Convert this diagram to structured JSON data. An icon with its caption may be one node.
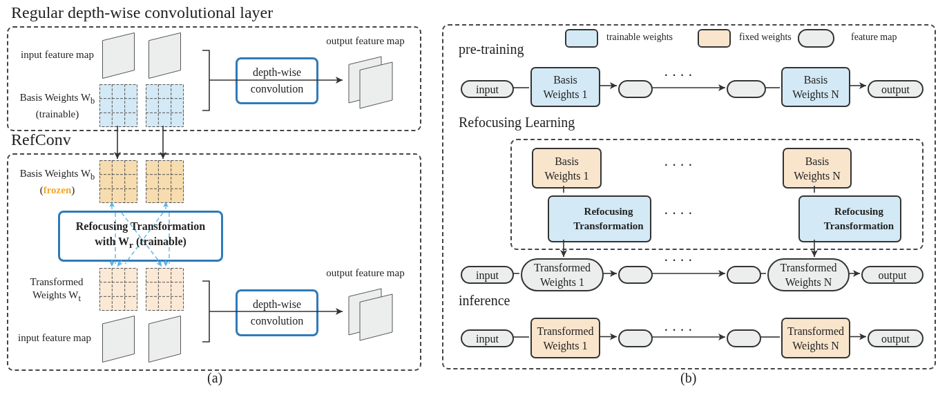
{
  "diagram": {
    "nodes": [
      {
        "text": [
          "Regular depth-wise convolutional layer"
        ]
      },
      {
        "text": [],
        "shape": "parallelogram",
        "in": 0,
        "beside": [
          "input feature map"
        ]
      },
      {
        "text": [],
        "shape": "parallelogram",
        "in": 0
      },
      {
        "text": [],
        "shape": "grid",
        "in": 0,
        "beside": [
          "Basis Weights W$_{b}$ (trainable)"
        ]
      },
      {
        "text": [],
        "shape": "grid",
        "in": 0
      },
      {
        "text": [
          "depth-wise convolution"
        ],
        "in": 0
      },
      {
        "text": [],
        "shape": "parallelogram",
        "in": 0,
        "beside": [
          "output feature map"
        ]
      },
      {
        "text": [
          "RefConv"
        ]
      },
      {
        "text": [],
        "shape": "grid",
        "in": 7,
        "beside": [
          "Basis Weights W$_{b}$ (**frozen**)"
        ]
      },
      {
        "text": [],
        "shape": "grid",
        "in": 7
      },
      {
        "text": [
          "Refocusing Transformation with W$_{r}$ (trainable)"
        ],
        "in": 7
      },
      {
        "text": [],
        "shape": "grid",
        "in": 7,
        "beside": [
          "Transformed Weights W$_{t}$"
        ]
      },
      {
        "text": [],
        "shape": "grid",
        "in": 7
      },
      {
        "text": [],
        "shape": "parallelogram",
        "in": 7,
        "beside": [
          "input feature map"
        ]
      },
      {
        "text": [],
        "shape": "parallelogram",
        "in": 7
      },
      {
        "text": [
          "depth-wise convolution"
        ],
        "in": 7
      },
      {
        "text": [],
        "shape": "parallelogram",
        "in": 7,
        "beside": [
          "output feature map"
        ]
      },
      {
        "text": [],
        "shape": "box"
      },
      {
        "text": [
          "input"
        ],
        "in": 17
      },
      {
        "text": [
          "Basis Weights 1"
        ],
        "in": 17
      },
      {
        "text": [],
        "shape": "pill",
        "in": 17
      },
      {
        "text": [],
        "shape": "pill",
        "in": 17
      },
      {
        "text": [
          "Basis Weights N"
        ],
        "in": 17
      },
      {
        "text": [
          "output"
        ],
        "in": 17
      },
      {
        "text": [],
        "shape": "box",
        "in": 17
      },
      {
        "text": [
          "Basis Weights 1"
        ],
        "in": 24
      },
      {
        "text": [
          "Refocusing Transformation"
        ],
        "in": 24
      },
      {
        "text": [
          "Basis Weights N"
        ],
        "in": 24
      },
      {
        "text": [
          "Refocusing Transformation"
        ],
        "in": 24
      },
      {
        "text": [
          "input"
        ],
        "in": 17
      },
      {
        "text": [
          "Transformed Weights 1"
        ],
        "in": 17
      },
      {
        "text": [],
        "shape": "pill",
        "in": 17
      },
      {
        "text": [],
        "shape": "pill",
        "in": 17
      },
      {
        "text": [
          "Transformed Weights N"
        ],
        "in": 17
      },
      {
        "text": [
          "output"
        ],
        "in": 17
      },
      {
        "text": [
          "input"
        ],
        "in": 17
      },
      {
        "text": [
          "Transformed Weights 1"
        ],
        "in": 17
      },
      {
        "text": [],
        "shape": "pill",
        "in": 17
      },
      {
        "text": [],
        "shape": "pill",
        "in": 17
      },
      {
        "text": [
          "Transformed Weights N"
        ],
        "in": 17
      },
      {
        "text": [
          "output"
        ],
        "in": 17
      }
    ],
    "edges": [
      {
        "from": null,
        "to": 6,
        "arrow": "to"
      },
      {
        "from": 3,
        "to": 8,
        "arrow": "to"
      },
      {
        "from": 4,
        "to": 9,
        "arrow": "to"
      },
      {
        "from": 10,
        "to": 8,
        "arrow": "to",
        "style": "dashed",
        "color": "#5ab4e5"
      },
      {
        "from": 10,
        "to": 9,
        "arrow": "to",
        "style": "dashed",
        "color": "#5ab4e5"
      },
      {
        "from": 10,
        "to": 11,
        "arrow": "to",
        "style": "dashed",
        "color": "#5ab4e5"
      },
      {
        "from": 10,
        "to": 11,
        "arrow": "to",
        "style": "dashed",
        "color": "#5ab4e5"
      },
      {
        "from": 10,
        "to": 12,
        "arrow": "to",
        "style": "dashed",
        "color": "#5ab4e5"
      },
      {
        "from": 10,
        "to": 12,
        "arrow": "to",
        "style": "dashed",
        "color": "#5ab4e5"
      },
      {
        "from": null,
        "to": 16,
        "arrow": "to"
      },
      {
        "from": 18,
        "to": 19,
        "arrow": "none"
      },
      {
        "from": 19,
        "to": 20,
        "arrow": "to"
      },
      {
        "from": 20,
        "to": 21,
        "arrow": "to"
      },
      {
        "from": 21,
        "to": 22,
        "arrow": "none"
      },
      {
        "from": 22,
        "to": 23,
        "arrow": "to"
      },
      {
        "from": 25,
        "to": 26,
        "arrow": "none"
      },
      {
        "from": 26,
        "to": 30,
        "arrow": "to"
      },
      {
        "from": 27,
        "to": 28,
        "arrow": "none"
      },
      {
        "from": 28,
        "to": 33,
        "arrow": "to"
      },
      {
        "from": 29,
        "to": 30,
        "arrow": "none"
      },
      {
        "from": 30,
        "to": 31,
        "arrow": "to"
      },
      {
        "from": 31,
        "to": 32,
        "arrow": "to"
      },
      {
        "from": 32,
        "to": 33,
        "arrow": "none"
      },
      {
        "from": 33,
        "to": 34,
        "arrow": "to"
      },
      {
        "from": 35,
        "to": 36,
        "arrow": "none"
      },
      {
        "from": 36,
        "to": 37,
        "arrow": "to"
      },
      {
        "from": 37,
        "to": 38,
        "arrow": "to"
      },
      {
        "from": 38,
        "to": 39,
        "arrow": "none"
      },
      {
        "from": 39,
        "to": 40,
        "arrow": "to"
      }
    ],
    "labels": [
      "(a)",
      "pre-training",
      "· · · ·",
      "Refocusing Learning",
      "· · · ·",
      "· · · ·",
      "· · · ·",
      "inference",
      "· · · ·",
      "(b)"
    ],
    "legend": [
      {
        "text": "trainable weights",
        "color": "#d3e9f5"
      },
      {
        "text": "fixed weights",
        "color": "#f9e5cc"
      },
      {
        "text": "feature map",
        "color": "#eceeed"
      }
    ]
  }
}
